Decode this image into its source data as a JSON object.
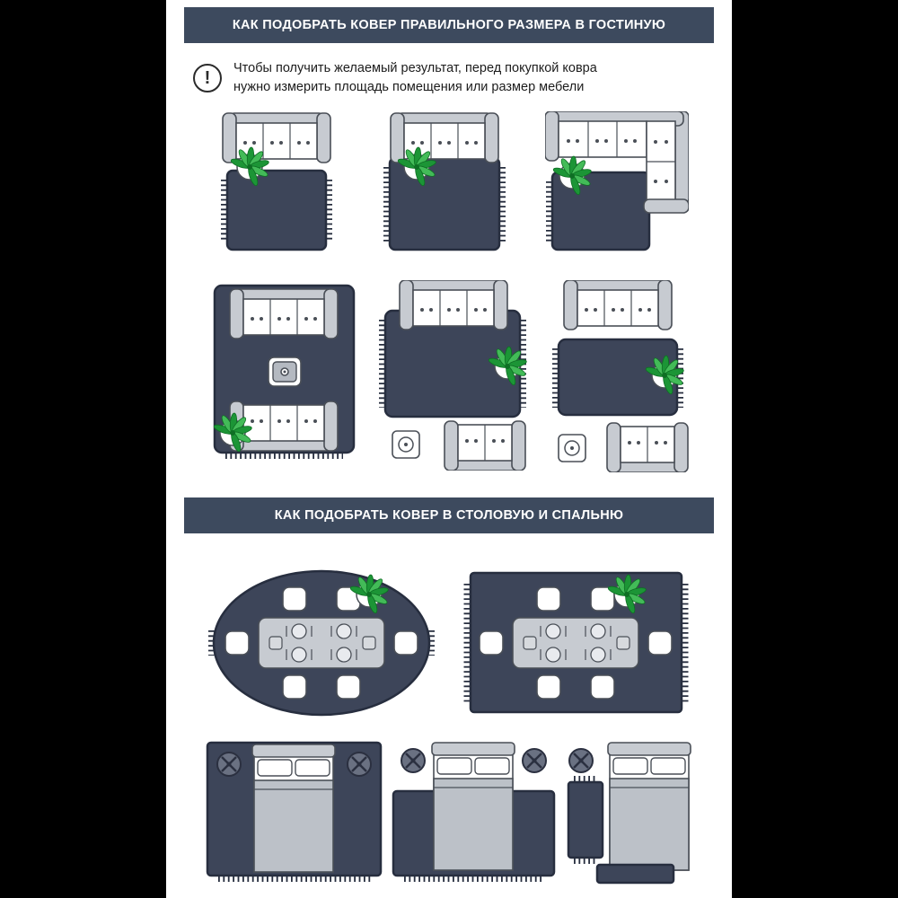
{
  "sections": {
    "living": {
      "title": "КАК ПОДОБРАТЬ КОВЕР ПРАВИЛЬНОГО РАЗМЕРА В ГОСТИНУЮ"
    },
    "dining": {
      "title": "КАК ПОДОБРАТЬ КОВЕР В СТОЛОВУЮ И СПАЛЬНЮ"
    }
  },
  "note": {
    "icon": "exclamation-circle-icon",
    "icon_glyph": "!",
    "line1": "Чтобы получить желаемый результат, перед покупкой ковра",
    "line2": "нужно измерить площадь помещения или размер мебели"
  },
  "diagrams": {
    "living_room": [
      "rug-in-front-of-sofa",
      "rug-under-sofa-front",
      "rug-beside-corner-sofa",
      "all-furniture-on-rug",
      "front-half-on-rug",
      "rug-between-furniture"
    ],
    "dining": [
      "oval-rug-under-dining-set",
      "rect-rug-under-dining-set"
    ],
    "bedroom": [
      "rug-under-entire-bed",
      "rug-under-lower-bed",
      "runner-and-foot-rugs"
    ]
  },
  "colors": {
    "background": "#000000",
    "panel": "#ffffff",
    "banner": "#3d4a5e",
    "banner_text": "#ffffff",
    "text": "#1c1c1c",
    "rug": "#3d4559",
    "rug_stroke": "#272e3f",
    "furniture": "#c7cbd1",
    "furniture_stroke": "#4a4f57",
    "plant": "#1c9536",
    "plant_dark": "#0e6f24",
    "blanket": "#bcc1c8",
    "stool": "#6a7182"
  }
}
